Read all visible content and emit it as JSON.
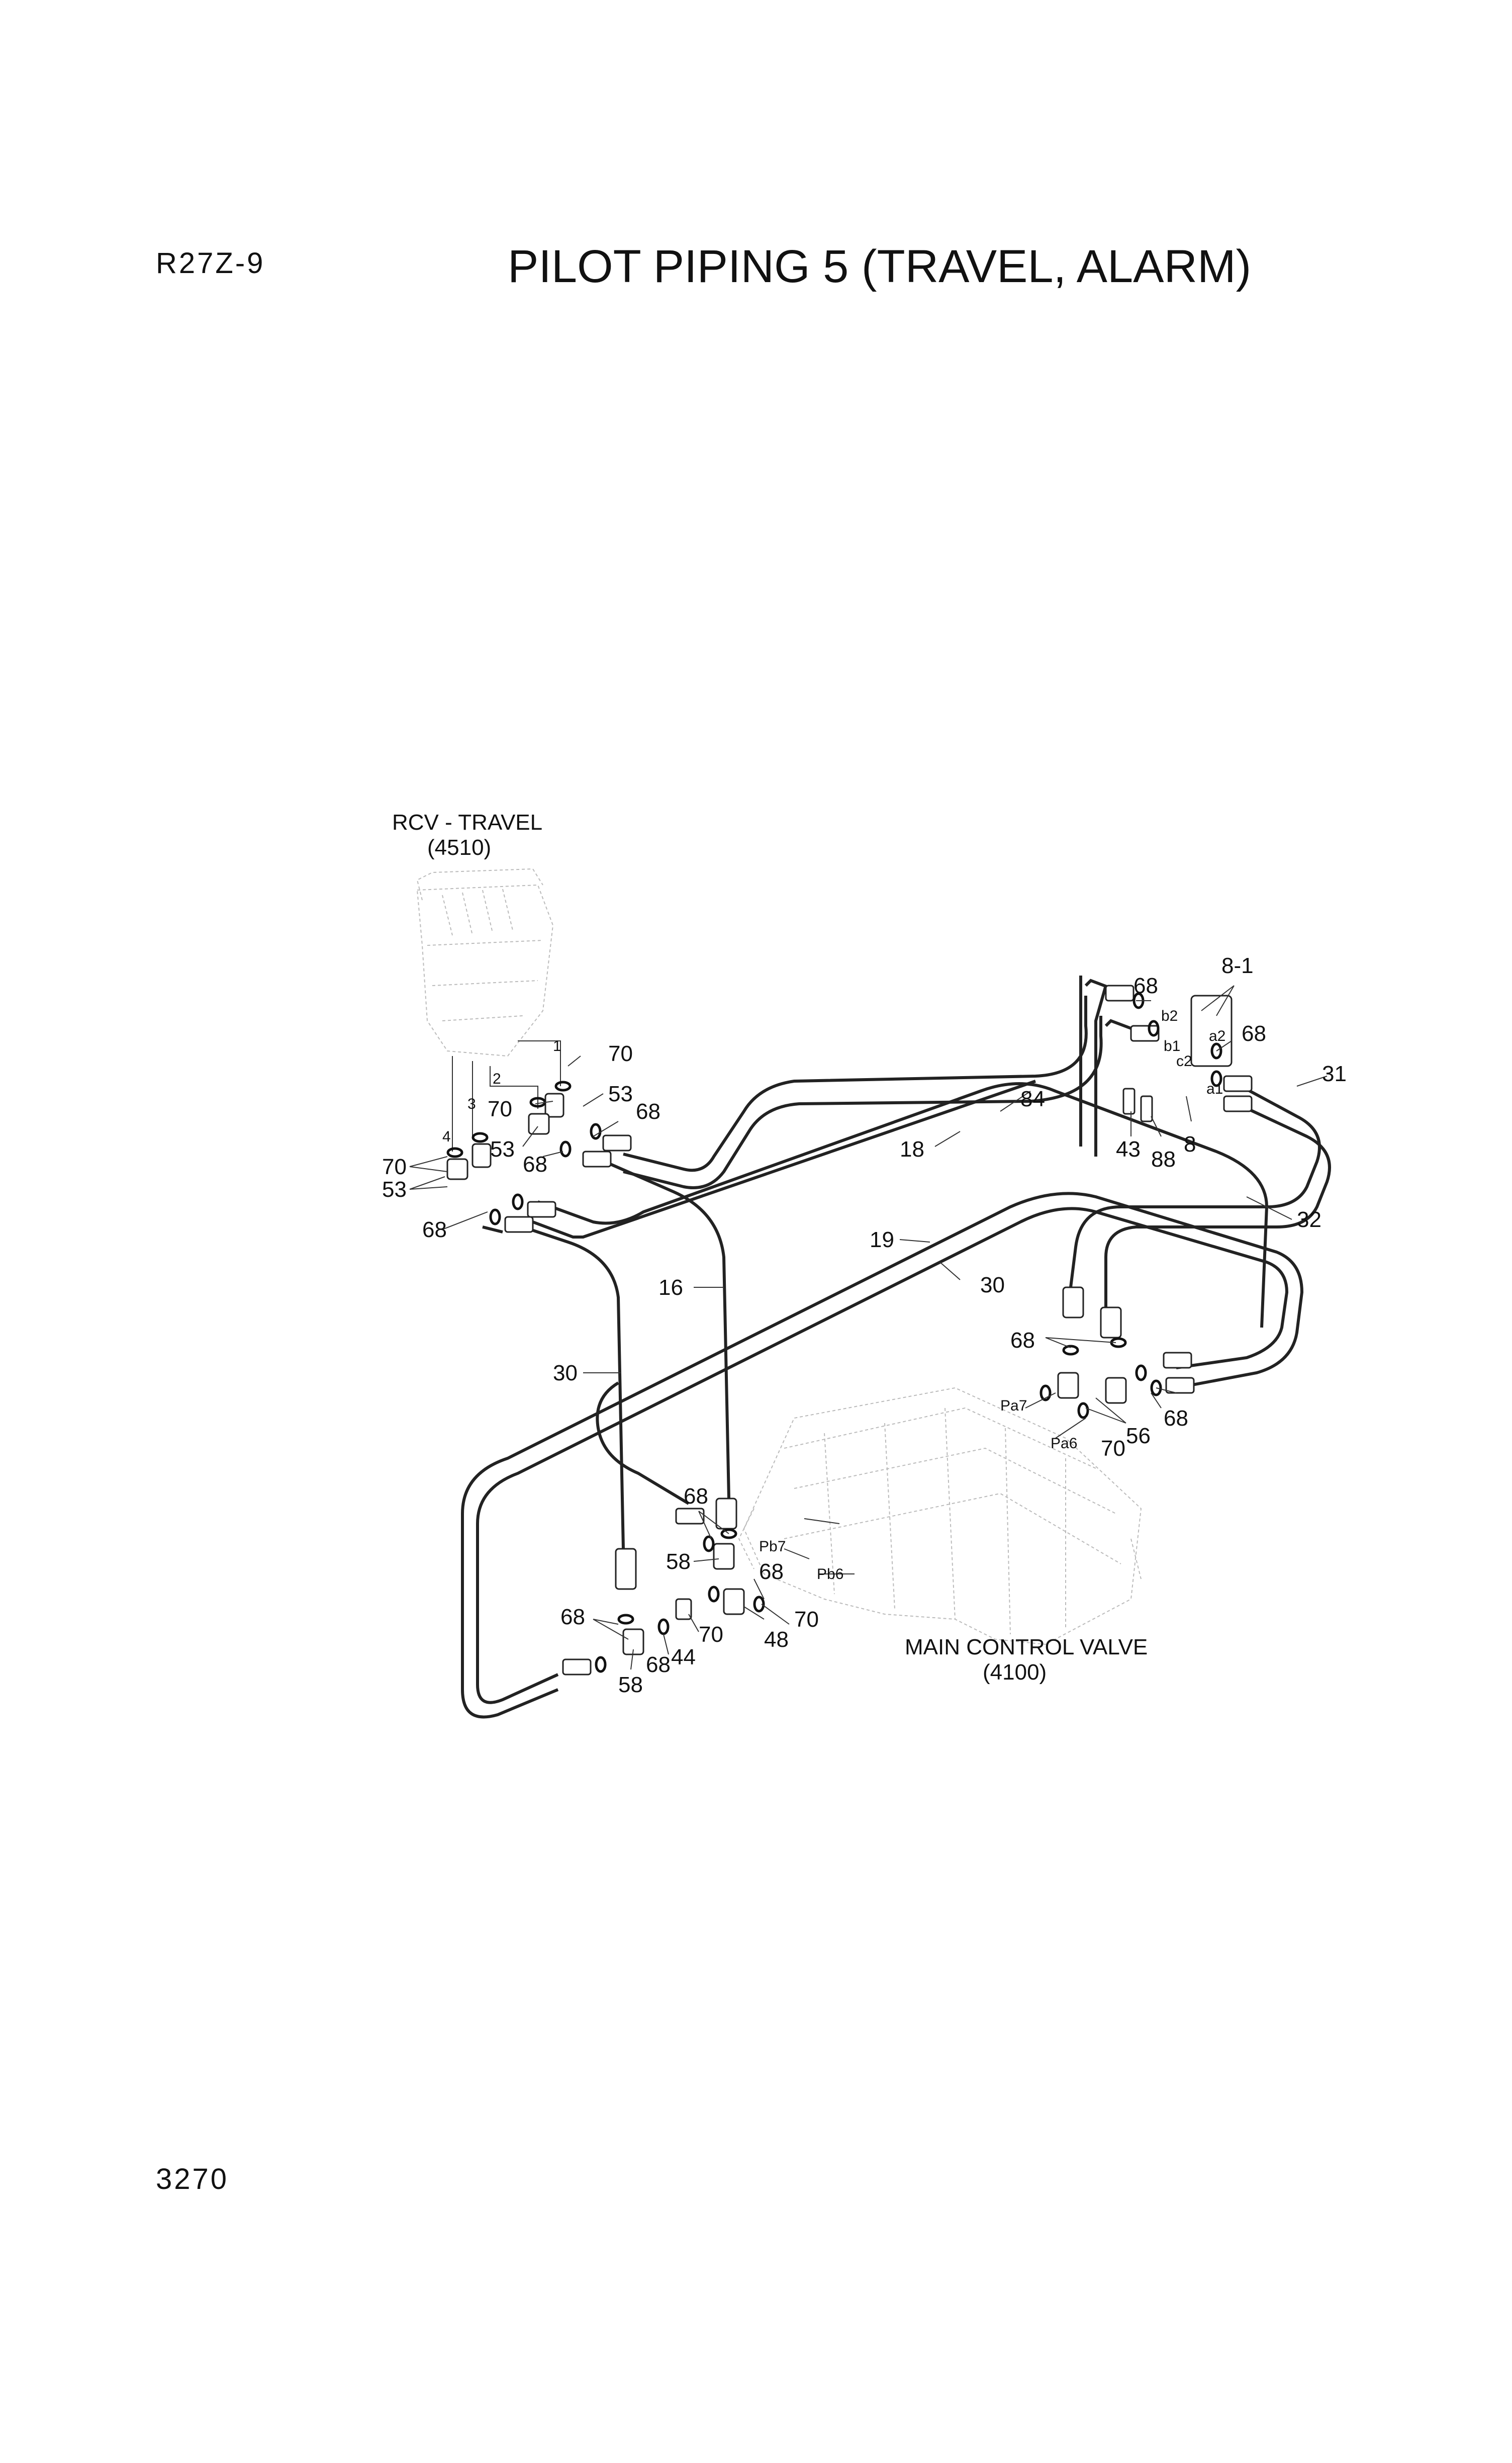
{
  "header": {
    "model": "R27Z-9",
    "title": "PILOT PIPING 5 (TRAVEL, ALARM)"
  },
  "footer": {
    "page_number": "3270"
  },
  "diagram": {
    "components": {
      "rcv_name": "RCV - TRAVEL",
      "rcv_code": "(4510)",
      "mcv_name": "MAIN CONTROL VALVE",
      "mcv_code": "(4100)"
    },
    "port_labels": {
      "p1": "1",
      "p2": "2",
      "p3": "3",
      "p4": "4",
      "b2": "b2",
      "b1": "b1",
      "a2": "a2",
      "a1": "a1",
      "c2": "c2",
      "pa7": "Pa7",
      "pa6": "Pa6",
      "pb7": "Pb7",
      "pb6": "Pb6"
    },
    "callouts": {
      "c70_top": "70",
      "c53_top": "53",
      "c68_top": "68",
      "c70_mid": "70",
      "c53_mid": "53",
      "c68_mid": "68",
      "c70_left": "70",
      "c53_left": "53",
      "c68_left": "68",
      "c84": "84",
      "c18": "18",
      "c19": "19",
      "c30_mid": "30",
      "c16": "16",
      "c30_left": "30",
      "c8_1": "8-1",
      "c68_tr": "68",
      "c68_tr2": "68",
      "c31": "31",
      "c43": "43",
      "c88": "88",
      "c8": "8",
      "c32": "32",
      "c68_r1": "68",
      "c56": "56",
      "c70_r": "70",
      "c68_r2": "68",
      "c68_b1": "68",
      "c58_b1": "58",
      "c68_b2": "68",
      "c70_b1": "70",
      "c48": "48",
      "c70_b2": "70",
      "c68_b3": "68",
      "c44": "44",
      "c68_b4": "68",
      "c58_b2": "58"
    }
  }
}
